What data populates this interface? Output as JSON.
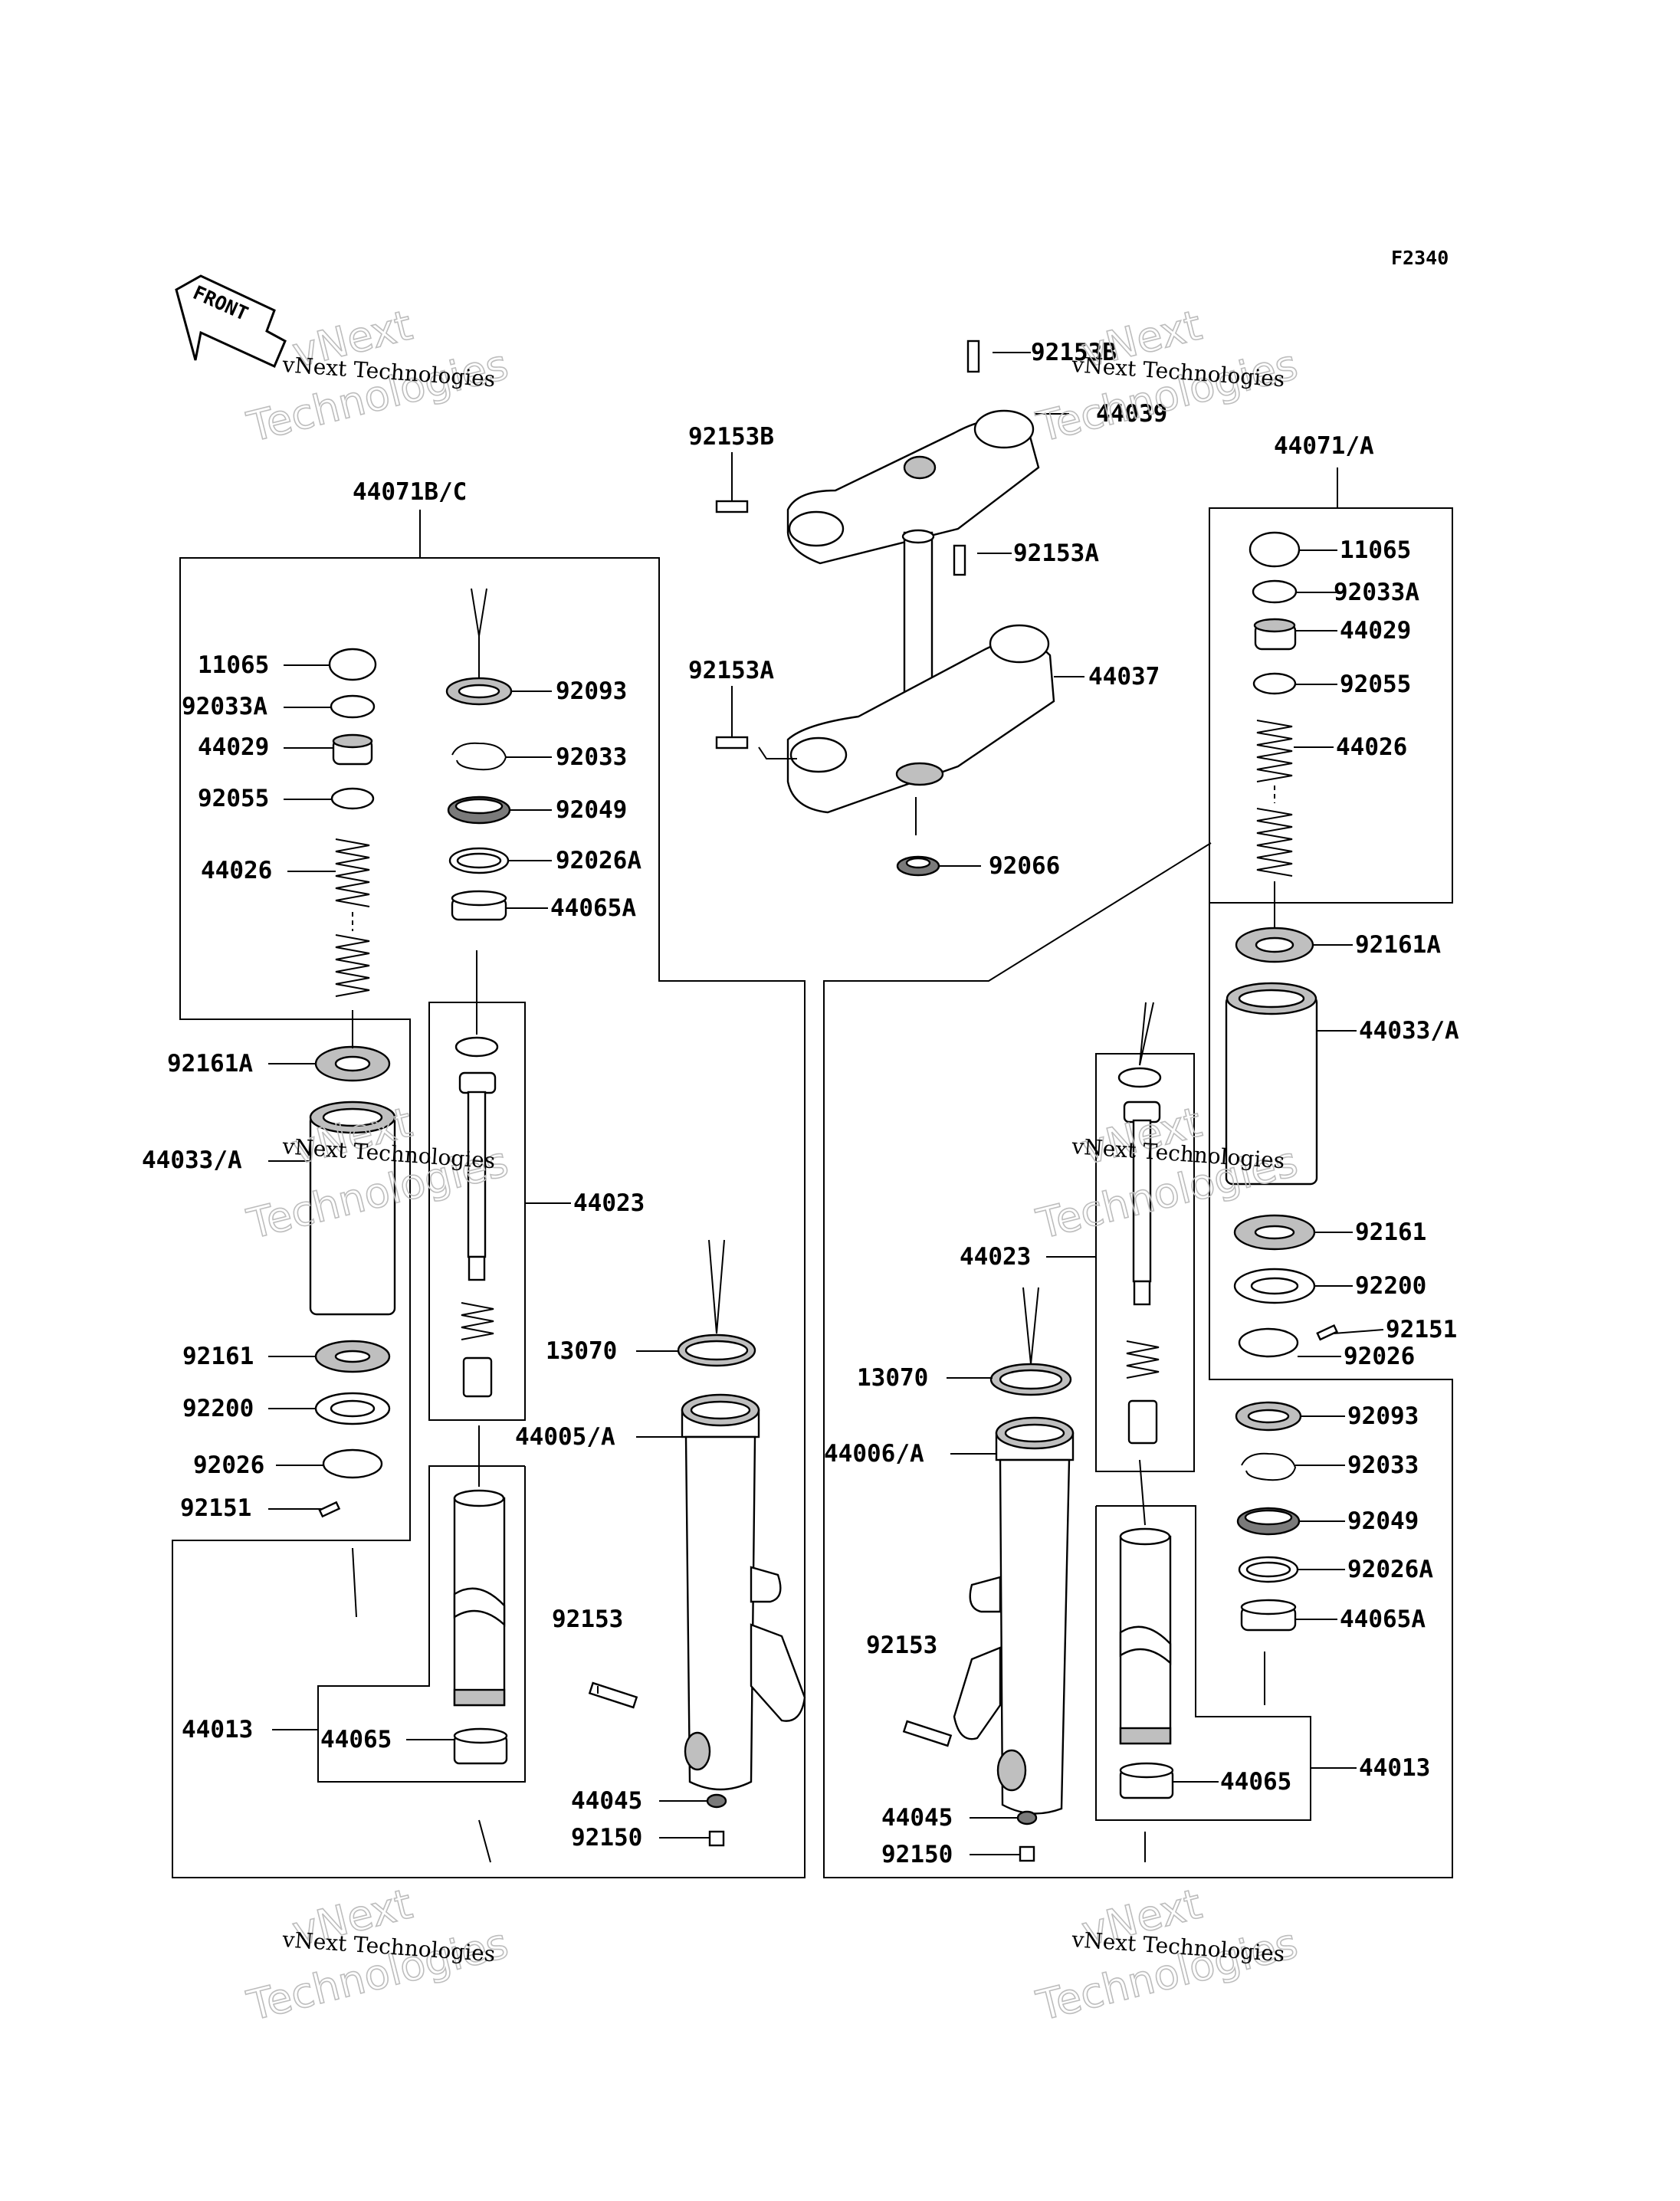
{
  "diagram": {
    "code": "F2340",
    "front_label": "FRONT",
    "watermark": {
      "big": "vNext",
      "big2": "Technologies",
      "small": "vNext Technologies"
    },
    "labels": {
      "l_44071bc": "44071B/C",
      "l_44071a": "44071/A",
      "l_92153b_top": "92153B",
      "l_44039": "44039",
      "l_92153b_left": "92153B",
      "l_92153a_right": "92153A",
      "l_92153a_left": "92153A",
      "l_44037": "44037",
      "l_92066": "92066",
      "L_11065": "11065",
      "L_92033A": "92033A",
      "L_44029": "44029",
      "L_92055": "92055",
      "L_44026": "44026",
      "L_92093": "92093",
      "L_92033": "92033",
      "L_92049": "92049",
      "L_92026A": "92026A",
      "L_44065A": "44065A",
      "L_92161A": "92161A",
      "L_44033A": "44033/A",
      "L_44023": "44023",
      "L_92161": "92161",
      "L_92200": "92200",
      "L_92026": "92026",
      "L_92151": "92151",
      "L_13070": "13070",
      "L_44005A": "44005/A",
      "L_92153": "92153",
      "L_44013": "44013",
      "L_44065": "44065",
      "L_44045": "44045",
      "L_92150": "92150",
      "R_11065": "11065",
      "R_92033A": "92033A",
      "R_44029": "44029",
      "R_92055": "92055",
      "R_44026": "44026",
      "R_92161A": "92161A",
      "R_44033A": "44033/A",
      "R_92161": "92161",
      "R_92200": "92200",
      "R_92151": "92151",
      "R_92026": "92026",
      "R_92093": "92093",
      "R_92033": "92033",
      "R_92049": "92049",
      "R_92026A": "92026A",
      "R_44065A": "44065A",
      "R_44023": "44023",
      "R_13070": "13070",
      "R_44006A": "44006/A",
      "R_92153": "92153",
      "R_44013": "44013",
      "R_44065": "44065",
      "R_44045": "44045",
      "R_92150": "92150"
    }
  }
}
